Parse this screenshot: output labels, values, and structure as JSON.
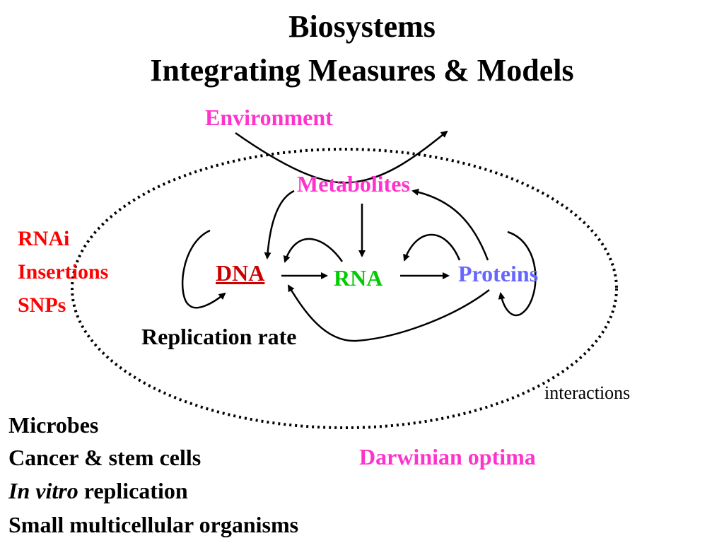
{
  "title": {
    "line1": "Biosystems",
    "line2": "Integrating Measures & Models"
  },
  "colors": {
    "environment": "#ff33cc",
    "metabolites": "#ff33cc",
    "dna": "#cc0000",
    "rna": "#00cc00",
    "proteins": "#6666ff",
    "perturbations": "#ff0000",
    "darwinian": "#ff33cc",
    "text": "#000000"
  },
  "diagram": {
    "environment": "Environment",
    "metabolites": "Metabolites",
    "dna": "DNA",
    "rna": "RNA",
    "proteins": "Proteins",
    "replication_rate": "Replication rate",
    "interactions": "interactions",
    "darwinian_optima": "Darwinian optima"
  },
  "perturbations": [
    "RNAi",
    "Insertions",
    "SNPs"
  ],
  "systems": {
    "microbes": "Microbes",
    "cancer": "Cancer & stem cells",
    "in_vitro_italic": "In vitro",
    "in_vitro_rest": " replication",
    "small_organisms": "Small multicellular organisms"
  }
}
